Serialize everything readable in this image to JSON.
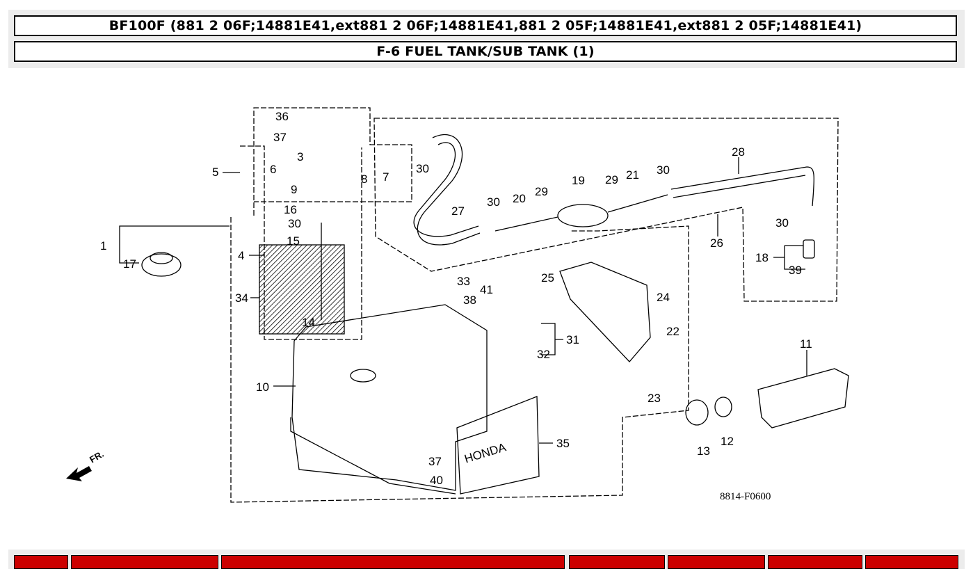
{
  "header": {
    "model_line": "BF100F (881 2 06F;14881E41,ext881 2 06F;14881E41,881 2 05F;14881E41,ext881 2 05F;14881E41)",
    "section_line": "F-6 FUEL TANK/SUB TANK (1)"
  },
  "diagram": {
    "code": "8814-F0600",
    "front_marker": "FR.",
    "callouts": {
      "c1": "1",
      "c3": "3",
      "c4": "4",
      "c5": "5",
      "c6": "6",
      "c7": "7",
      "c8": "8",
      "c9": "9",
      "c10": "10",
      "c11": "11",
      "c12": "12",
      "c13": "13",
      "c14": "14",
      "c15": "15",
      "c16": "16",
      "c17": "17",
      "c18": "18",
      "c19": "19",
      "c20": "20",
      "c21": "21",
      "c22": "22",
      "c23": "23",
      "c24": "24",
      "c25": "25",
      "c26": "26",
      "c27": "27",
      "c28": "28",
      "c29": "29",
      "c30": "30",
      "c31": "31",
      "c32": "32",
      "c33": "33",
      "c34": "34",
      "c35": "35",
      "c36": "36",
      "c37": "37",
      "c38": "38",
      "c39": "39",
      "c40": "40",
      "c41": "41"
    },
    "decal_text": "HONDA",
    "colors": {
      "line": "#000000",
      "accent": "#cc0000",
      "panel": "#ececec"
    }
  },
  "parts_table": {
    "columns": [
      "",
      "",
      "",
      "",
      "",
      "",
      ""
    ]
  }
}
